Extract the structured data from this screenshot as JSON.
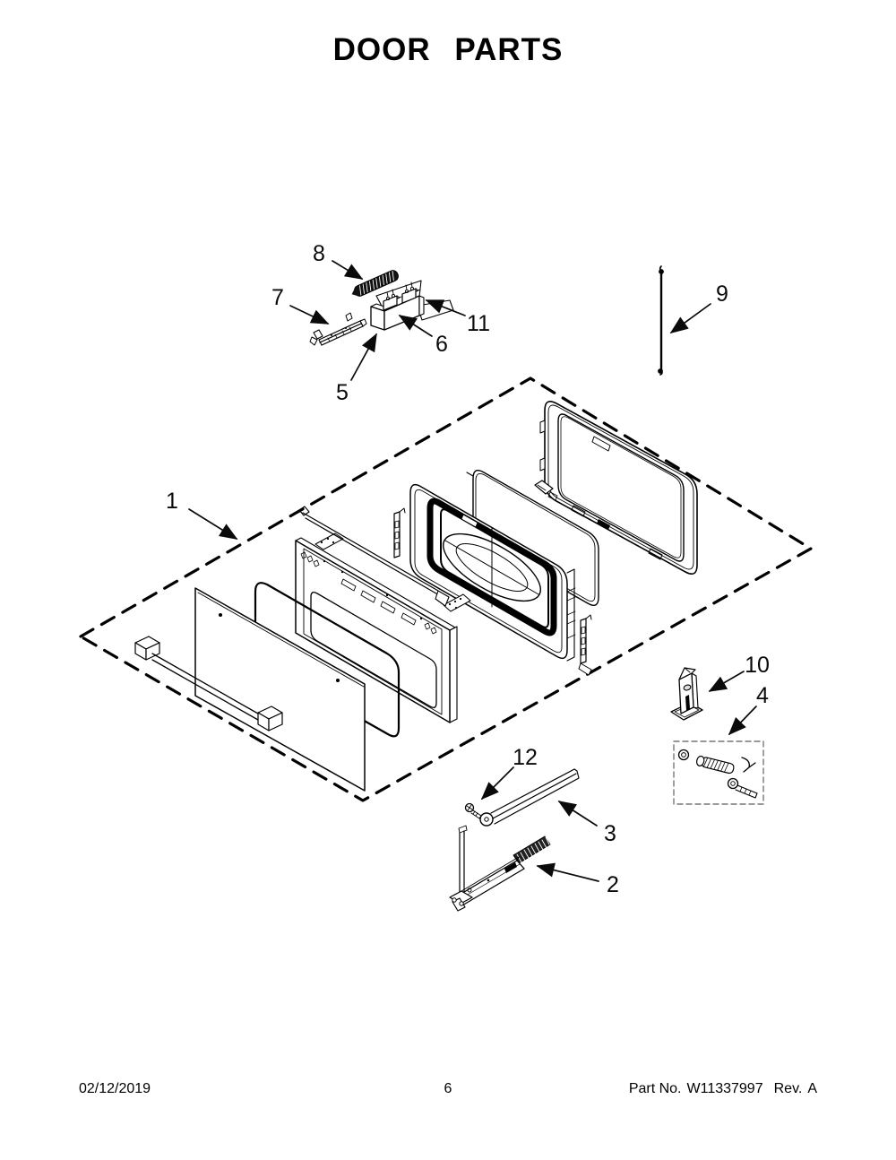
{
  "title": "DOOR PARTS",
  "callouts": {
    "c1": "1",
    "c2": "2",
    "c3": "3",
    "c4": "4",
    "c5": "5",
    "c6": "6",
    "c7": "7",
    "c8": "8",
    "c9": "9",
    "c10": "10",
    "c11": "11",
    "c12": "12"
  },
  "footer": {
    "date": "02/12/2019",
    "page_number": "6",
    "part_label": "Part No.",
    "part_number": "W11337997",
    "rev_label": "Rev.",
    "rev_value": "A"
  },
  "colors": {
    "ink": "#000000",
    "paper": "#ffffff"
  }
}
